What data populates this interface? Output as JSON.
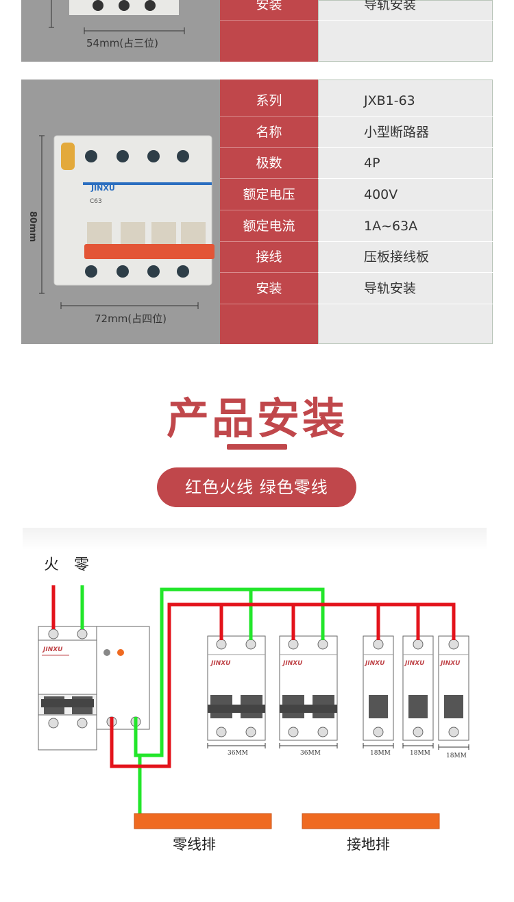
{
  "top_spec": {
    "rows": [
      {
        "label": "安装",
        "value": "导轨安装"
      },
      {
        "label": "",
        "value": ""
      }
    ],
    "width_caption": "54mm(占三位)"
  },
  "main_spec": {
    "rows": [
      {
        "label": "系列",
        "value": "JXB1-63"
      },
      {
        "label": "名称",
        "value": "小型断路器"
      },
      {
        "label": "极数",
        "value": "4P"
      },
      {
        "label": "额定电压",
        "value": "400V"
      },
      {
        "label": "额定电流",
        "value": "1A~63A"
      },
      {
        "label": "接线",
        "value": "压板接线板"
      },
      {
        "label": "安装",
        "value": "导轨安装"
      }
    ],
    "height_caption": "80mm",
    "width_caption": "72mm(占四位)",
    "breaker_brand": "JINXU",
    "breaker_model": "C63"
  },
  "install": {
    "title": "产品安装",
    "pill_text": "红色火线  绿色零线",
    "live_label": "火",
    "neutral_label": "零",
    "brand": "JINXU",
    "module_widths": [
      "36MM",
      "36MM",
      "18MM",
      "18MM",
      "18MM"
    ],
    "neutral_bar_label": "零线排",
    "ground_bar_label": "接地排"
  },
  "colors": {
    "accent": "#c0474b",
    "live_wire": "#e3131b",
    "neutral_wire": "#22e62a",
    "busbar": "#ef6a21"
  }
}
